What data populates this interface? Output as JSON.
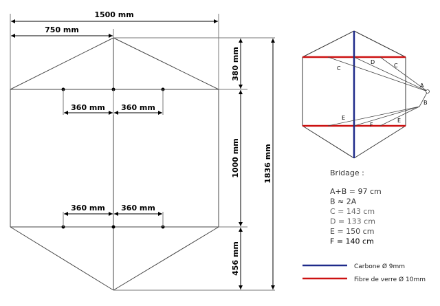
{
  "dimensions": {
    "total_width": "1500 mm",
    "half_width": "750 mm",
    "top_height": "380 mm",
    "middle_height": "1000 mm",
    "bottom_height": "456 mm",
    "total_height": "1836 mm",
    "spacing_top_left": "360 mm",
    "spacing_top_right": "360 mm",
    "spacing_bottom_left": "360 mm",
    "spacing_bottom_right": "360 mm"
  },
  "rigging_points": {
    "A": "A",
    "B": "B",
    "C1": "C",
    "C2": "C",
    "D": "D",
    "E1": "E",
    "E2": "E",
    "F": "F"
  },
  "bridle": {
    "title": "Bridage :",
    "items": [
      {
        "text": "A+B = 97 cm",
        "color": "#333333"
      },
      {
        "text": "B ≈ 2A",
        "color": "#333333"
      },
      {
        "text": "C = 143 cm",
        "color": "#666666"
      },
      {
        "text": "D = 133 cm",
        "color": "#666666"
      },
      {
        "text": "E = 150 cm",
        "color": "#444444"
      },
      {
        "text": "F = 140 cm",
        "color": "#000000"
      }
    ]
  },
  "legend": {
    "carbon": {
      "label": "Carbone Ø 9mm",
      "color": "#1e2a8a"
    },
    "fiber": {
      "label": "Fibre de verre Ø 10mm",
      "color": "#cc1111"
    }
  }
}
